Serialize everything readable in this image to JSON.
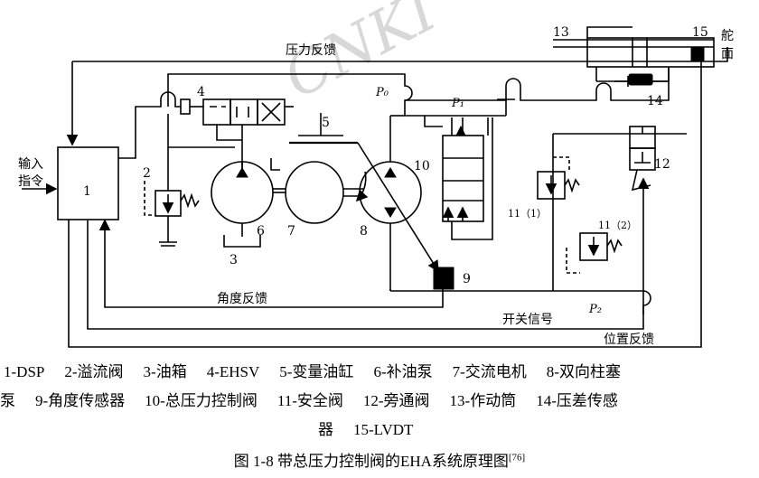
{
  "diagram": {
    "watermark": "CNKI",
    "signals": {
      "pressure_feedback": "压力反馈",
      "angle_feedback": "角度反馈",
      "switch_signal": "开关信号",
      "position_feedback": "位置反馈"
    },
    "input": {
      "line1": "输入",
      "line2": "指令"
    },
    "rudder": {
      "line1": "舵",
      "line2": "面"
    },
    "pressures": {
      "p0": "P₀",
      "p1": "P₁",
      "p2": "P₂"
    },
    "component_numbers": {
      "n1": "1",
      "n2": "2",
      "n3": "3",
      "n4": "4",
      "n5": "5",
      "n6": "6",
      "n7": "7",
      "n8": "8",
      "n9": "9",
      "n10": "10",
      "n11a": "11（1）",
      "n11b": "11（2）",
      "n12": "12",
      "n13": "13",
      "n14": "14",
      "n15": "15"
    }
  },
  "legend": {
    "line1": [
      "1-DSP",
      "2-溢流阀",
      "3-油箱",
      "4-EHSV",
      "5-变量油缸",
      "6-补油泵",
      "7-交流电机",
      "8-双向柱塞"
    ],
    "line2": [
      "泵",
      "9-角度传感器",
      "10-总压力控制阀",
      "11-安全阀",
      "12-旁通阀",
      "13-作动筒",
      "14-压差传感"
    ],
    "line3": [
      "器",
      "15-LVDT"
    ]
  },
  "caption": {
    "text": "图 1-8  带总压力控制阀的EHA系统原理图",
    "ref": "[76]"
  }
}
